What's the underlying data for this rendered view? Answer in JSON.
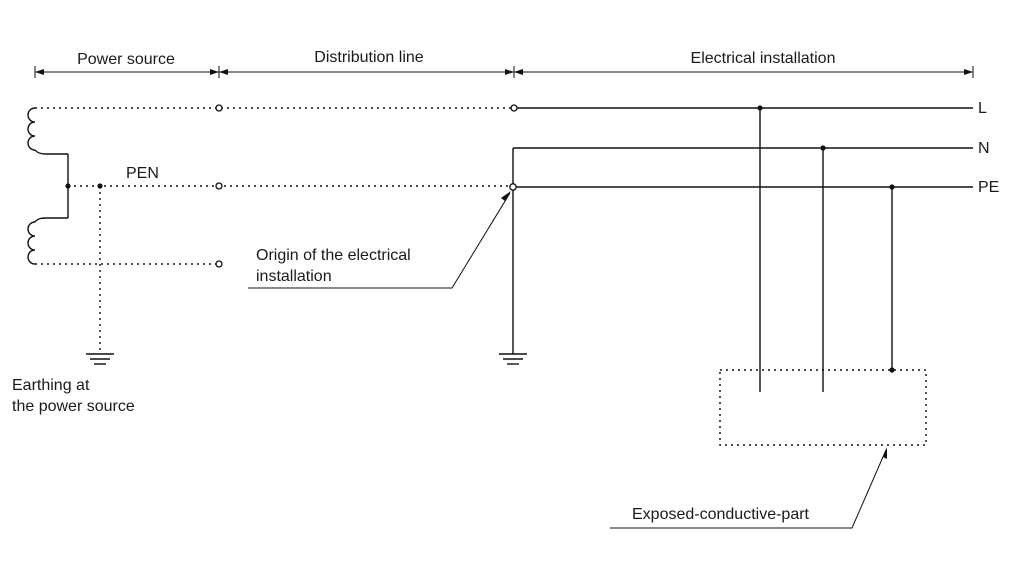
{
  "sections": {
    "power_source": "Power source",
    "distribution_line": "Distribution line",
    "electrical_installation": "Electrical installation"
  },
  "conductors": {
    "line": "L",
    "neutral": "N",
    "protective_earth": "PE",
    "pen": "PEN"
  },
  "annotations": {
    "origin_line1": "Origin of the electrical",
    "origin_line2": "installation",
    "earthing_line1": "Earthing at",
    "earthing_line2": "the power source",
    "exposed_part": "Exposed-conductive-part"
  }
}
